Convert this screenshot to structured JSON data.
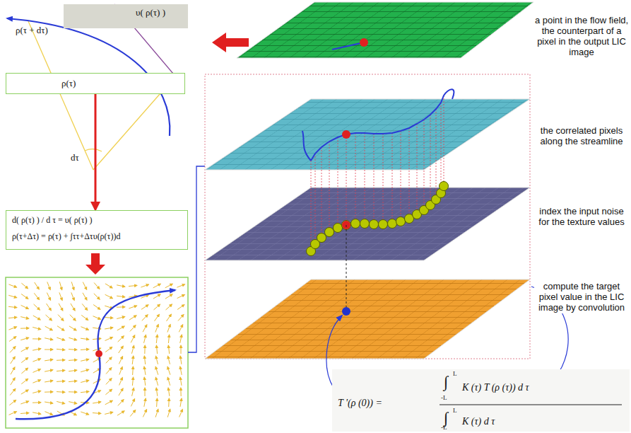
{
  "diagram": {
    "nodes": [
      {
        "text": [
          "υ( ρ(τ) )"
        ]
      },
      {
        "text": [
          "ρ(τ)"
        ]
      },
      {
        "text": [
          "d( ρ(τ) ) / d τ = υ( ρ(τ) )",
          "ρ(τ+Δτ) = ρ(τ) + ∫ττ+Δτυ(ρ(τ))d"
        ]
      }
    ],
    "edges": [
      {
        "from": 1,
        "to": 2,
        "arrow": "to"
      }
    ],
    "labels": [
      "ρ(τ + dτ)",
      "dτ",
      "a point in the flow field, the counterpart of a pixel in the output LIC image",
      "the correlated pixels along the streamline",
      "index the input noise for the texture values",
      "compute the target pixel value in the LIC image by convolution",
      "T '(ρ (0)) =",
      "L",
      "∫",
      "-L",
      "K (τ) T (ρ (τ)) d τ",
      "L",
      "∫",
      "-L",
      "K (τ) d τ"
    ]
  }
}
